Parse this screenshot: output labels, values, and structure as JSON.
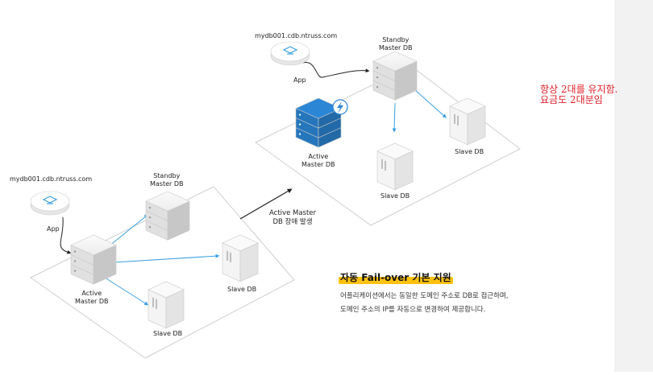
{
  "note": {
    "line1": "항상 2대를 유지함.",
    "line2": "요금도 2대분임"
  },
  "before": {
    "endpoint": "mydb001.cdb.ntruss.com",
    "app": "App",
    "standby": [
      "Standby",
      "Master DB"
    ],
    "active": [
      "Active",
      "Master DB"
    ],
    "slave_right": "Slave DB",
    "slave_bottom": "Slave DB"
  },
  "transition": [
    "Active Master",
    "DB 장애 발생"
  ],
  "after": {
    "endpoint": "mydb001.cdb.ntruss.com",
    "app": "App",
    "standby": [
      "Standby",
      "Master DB"
    ],
    "active": [
      "Active",
      "Master DB"
    ],
    "slave_right": "Slave DB",
    "slave_bottom": "Slave DB"
  },
  "feature": {
    "title": "자동 Fail-over 기본 지원",
    "desc_line1": "어플리케이션에서는 동일한 도메인 주소로 DB로 접근하며,",
    "desc_line2": "도메인 주소의 IP를 자동으로 변경하여 제공합니다."
  },
  "colors": {
    "server_gray": "#ffffff",
    "server_blue": "#2b86d6",
    "link": "#3aa0e0",
    "highlight": "#ffc20e",
    "note": "#e0202a"
  }
}
